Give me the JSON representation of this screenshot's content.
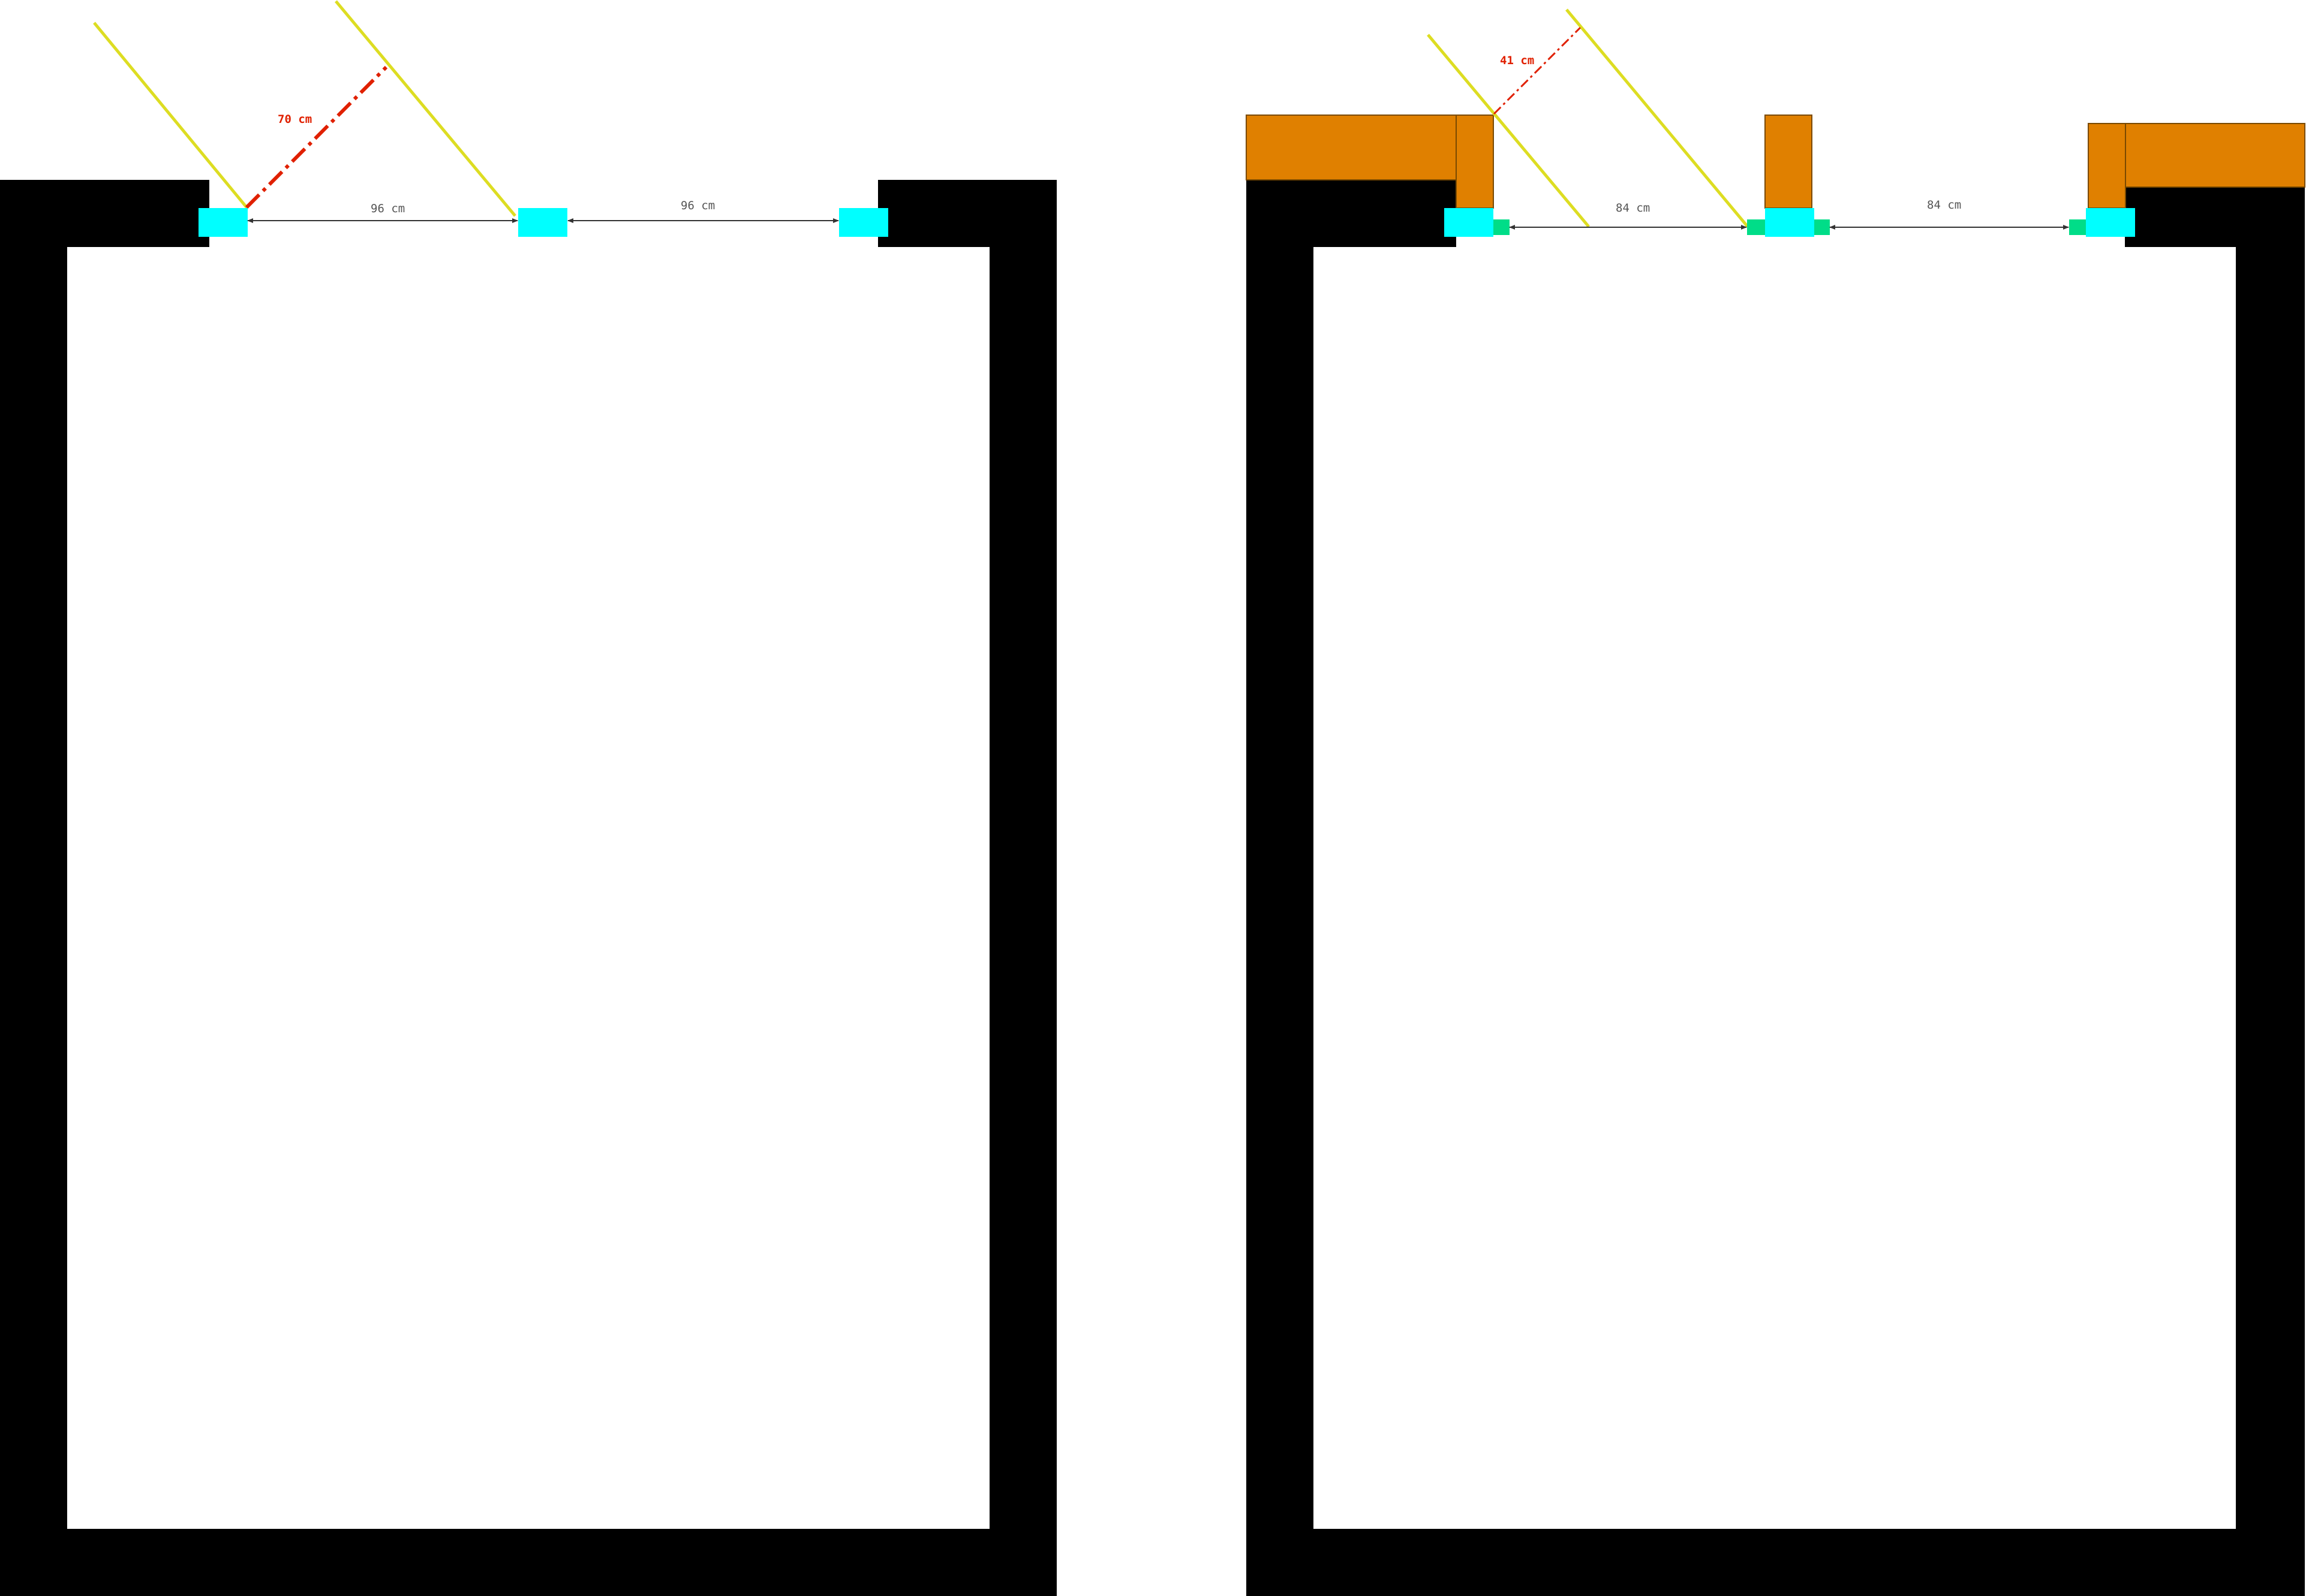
{
  "colors": {
    "wall": "#000000",
    "post": "#00ffff",
    "spacer": "#00dd88",
    "timber": "#e08000",
    "timber_edge": "#7a4a00",
    "angle_line": "#dddd22",
    "gap_line": "#e02000",
    "dimension": "#555555",
    "background": "#ffffff"
  },
  "left_plan": {
    "spacing_labels": [
      "96 cm",
      "96 cm"
    ],
    "gap_label": "70 cm"
  },
  "right_plan": {
    "spacing_labels": [
      "84 cm",
      "84 cm"
    ],
    "gap_label": "41 cm"
  }
}
